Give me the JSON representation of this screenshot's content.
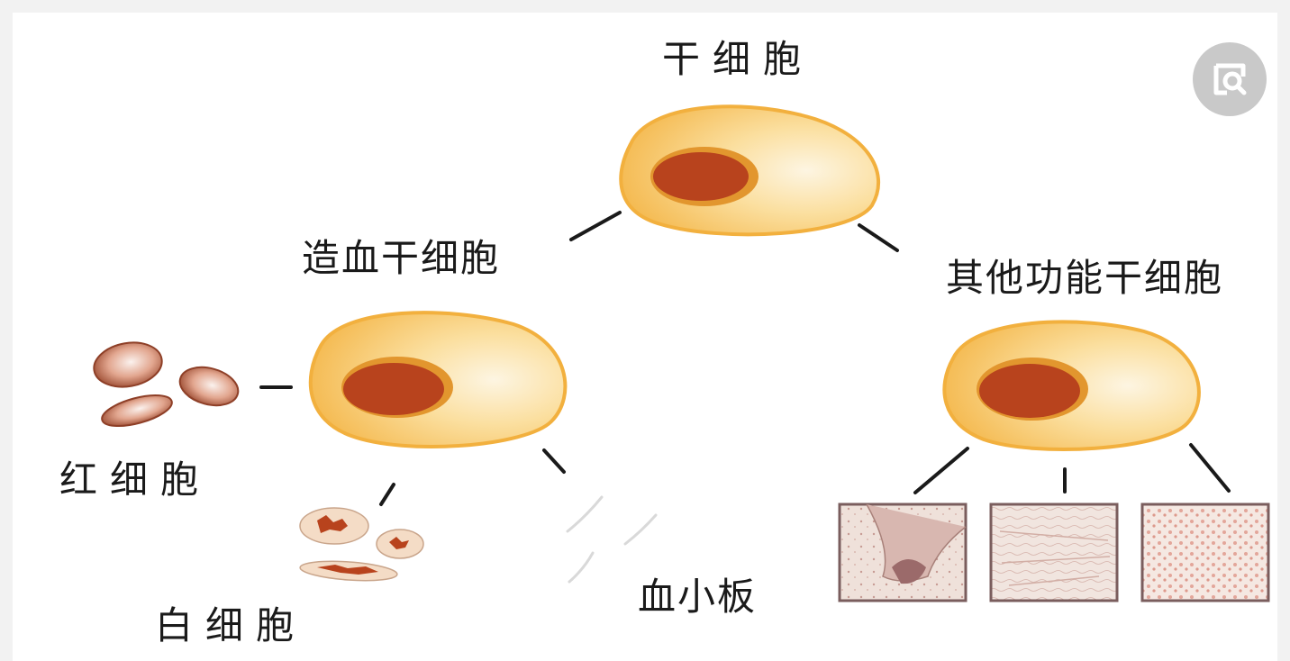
{
  "labels": {
    "root": "干细胞",
    "hematopoietic": "造血干细胞",
    "other_function": "其他功能干细胞",
    "red_cell": "红细胞",
    "white_cell": "白细胞",
    "platelet": "血小板"
  },
  "colors": {
    "cell_fill": "#f7c469",
    "cell_highlight": "#fdf3dc",
    "nucleus": "#b8431d",
    "nucleus_rim": "#e2962e",
    "line": "#1a1a1a",
    "tissue_border": "#7a5d5d",
    "tissue_bg": "#efe3dd"
  },
  "icons": [
    "image-search-icon"
  ]
}
